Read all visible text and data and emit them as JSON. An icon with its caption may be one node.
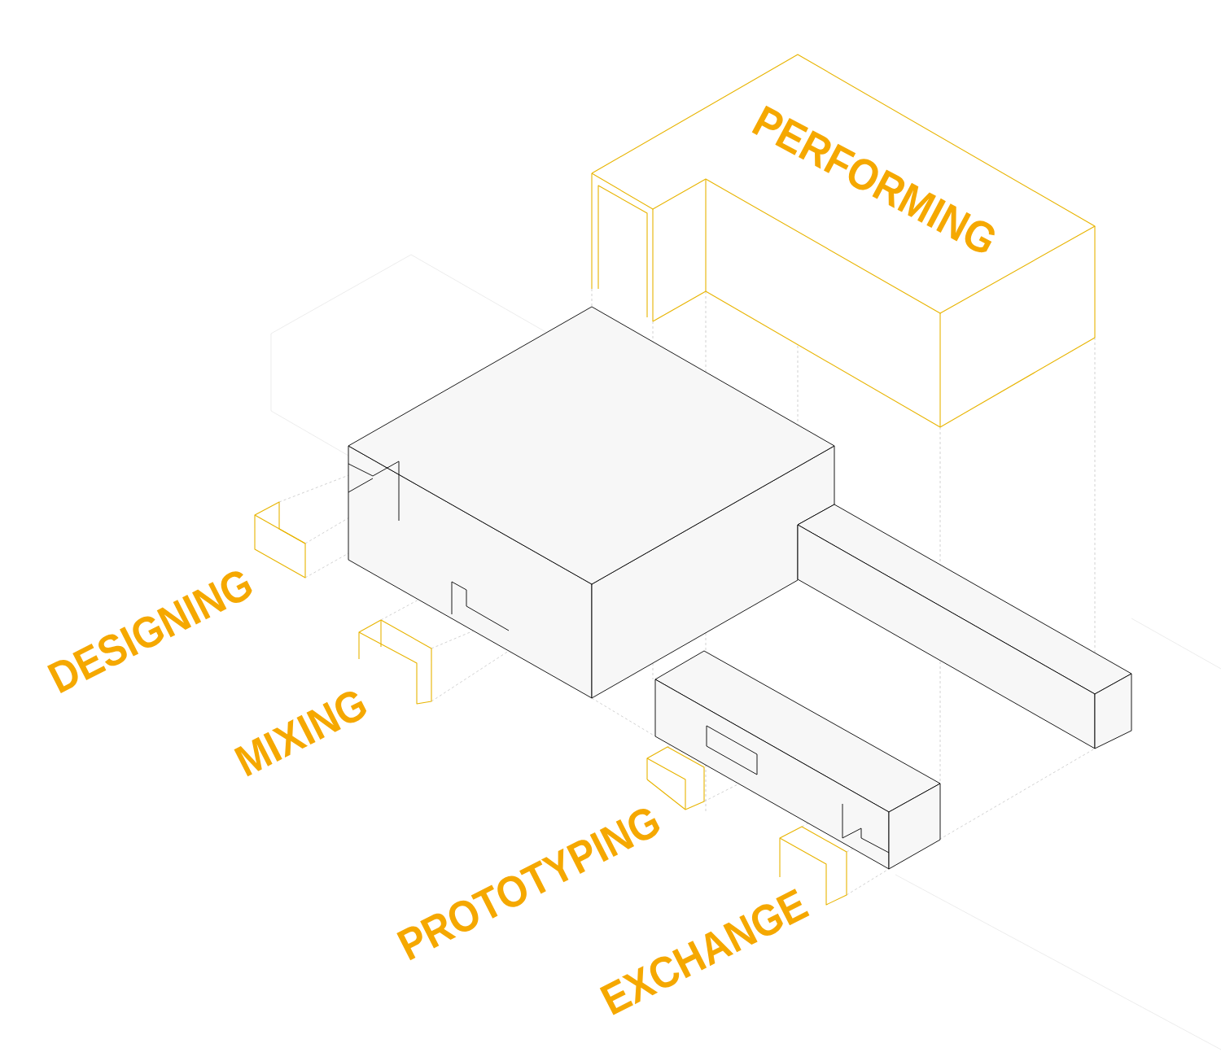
{
  "diagram": {
    "labels": [
      "PERFORMING",
      "DESIGNING",
      "MIXING",
      "PROTOTYPING",
      "EXCHANGE"
    ]
  }
}
